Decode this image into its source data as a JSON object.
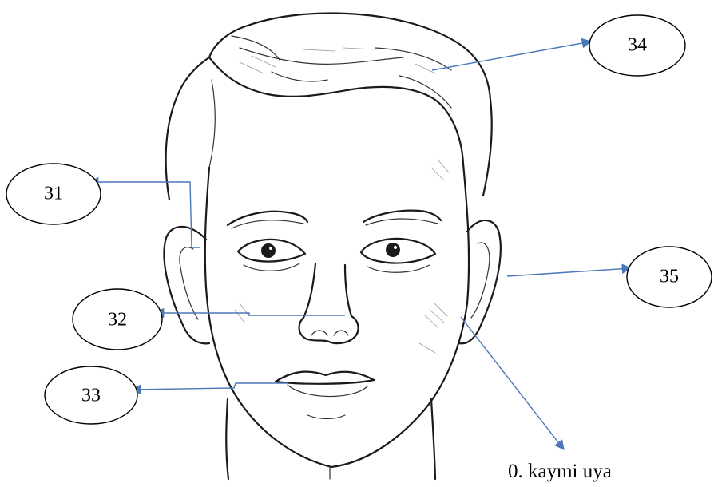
{
  "callouts": [
    {
      "id": "hair",
      "label": "34"
    },
    {
      "id": "eye",
      "label": "31"
    },
    {
      "id": "ear",
      "label": "35"
    },
    {
      "id": "nose",
      "label": "32"
    },
    {
      "id": "mouth",
      "label": "33"
    }
  ],
  "caption": "0. kaymi uya",
  "colors": {
    "arrow": "#4a78b8",
    "line_art": "#1a1a1a",
    "callout_border": "#000000",
    "background": "#ffffff"
  }
}
